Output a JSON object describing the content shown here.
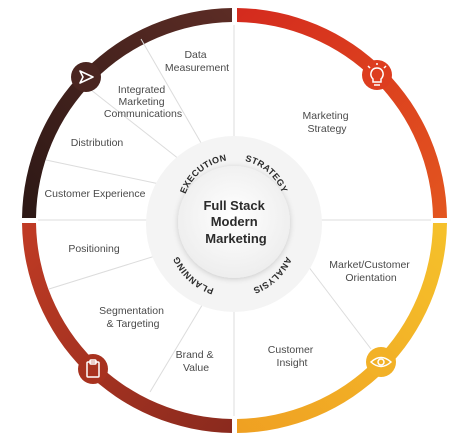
{
  "center": {
    "lines": [
      "Full Stack",
      "Modern",
      "Marketing"
    ]
  },
  "quadrants": [
    {
      "key": "execution",
      "label": "EXECUTION",
      "icon": "send-icon",
      "colors": [
        "#3a1f1c",
        "#5a2a24"
      ]
    },
    {
      "key": "strategy",
      "label": "STRATEGY",
      "icon": "lightbulb-icon",
      "colors": [
        "#d9301f",
        "#e0511e"
      ]
    },
    {
      "key": "analysis",
      "label": "ANALYSIS",
      "icon": "eye-icon",
      "colors": [
        "#f0a321",
        "#f4c02a"
      ]
    },
    {
      "key": "planning",
      "label": "PLANNING",
      "icon": "clipboard-icon",
      "colors": [
        "#b33522",
        "#8c2a1f"
      ]
    }
  ],
  "items": {
    "data_measurement": [
      "Data",
      "Measurement"
    ],
    "integrated_marketing": [
      "Integrated",
      "Marketing",
      "Communications"
    ],
    "distribution": [
      "Distribution"
    ],
    "customer_experience": [
      "Customer Experience"
    ],
    "marketing_strategy": [
      "Marketing",
      "Strategy"
    ],
    "market_customer_orientation": [
      "Market/Customer",
      "Orientation"
    ],
    "customer_insight": [
      "Customer",
      "Insight"
    ],
    "positioning": [
      "Positioning"
    ],
    "segmentation_targeting": [
      "Segmentation",
      "& Targeting"
    ],
    "brand_value": [
      "Brand &",
      "Value"
    ]
  }
}
